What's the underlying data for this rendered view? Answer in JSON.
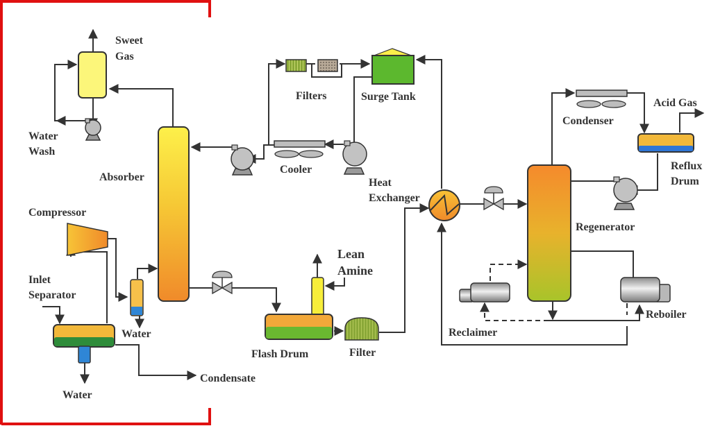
{
  "diagram": {
    "title": "Amine gas sweetening process flow",
    "labels": {
      "sweet_gas": [
        "Sweet",
        "Gas"
      ],
      "water_wash": [
        "Water",
        "Wash"
      ],
      "absorber": "Absorber",
      "compressor": "Compressor",
      "inlet_separator": [
        "Inlet",
        "Separator"
      ],
      "water_knockout": "Water",
      "water_bottom": "Water",
      "condensate": "Condensate",
      "filters": "Filters",
      "surge_tank": "Surge Tank",
      "cooler": "Cooler",
      "heat_exchanger": [
        "Heat",
        "Exchanger"
      ],
      "lean_amine": [
        "Lean",
        "Amine"
      ],
      "flash_drum": "Flash Drum",
      "filter": "Filter",
      "condenser": "Condenser",
      "acid_gas": "Acid Gas",
      "reflux_drum": [
        "Reflux",
        "Drum"
      ],
      "regenerator": "Regenerator",
      "reclaimer": "Reclaimer",
      "reboiler": "Reboiler"
    },
    "colors": {
      "yellow": "#f7f06a",
      "orange": "#f0902a",
      "amber": "#f2b83a",
      "green": "#4aa33a",
      "surge_green": "#5cb82e",
      "blue": "#2f86d6",
      "grey": "#c8c8c8",
      "border_red": "#e01010",
      "line": "#333333"
    }
  }
}
